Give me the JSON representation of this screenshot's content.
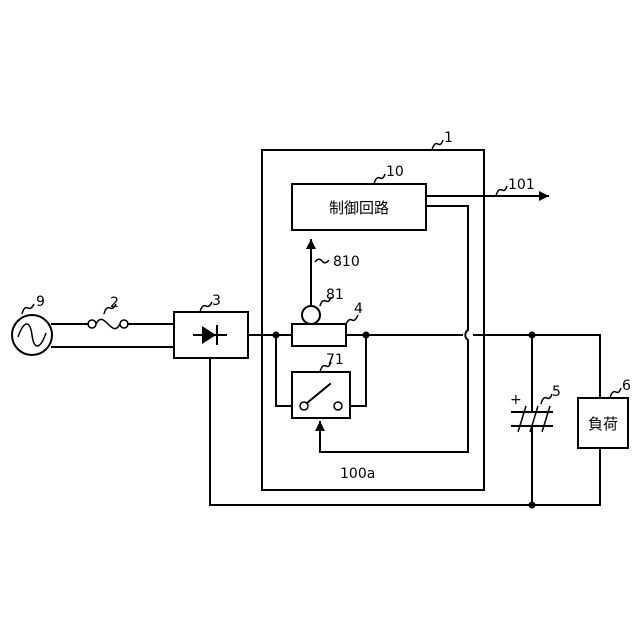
{
  "refs": {
    "enclosure": "1",
    "fuse": "2",
    "rectifier": "3",
    "element": "4",
    "capacitor": "5",
    "load": "6",
    "source": "9",
    "control": "10",
    "switch": "71",
    "sensor": "81",
    "sensor_signal": "810",
    "switch_signal": "100a",
    "output_signal": "101"
  },
  "labels": {
    "control": "制御回路",
    "load": "負荷",
    "capacitor_polarity": "+"
  }
}
